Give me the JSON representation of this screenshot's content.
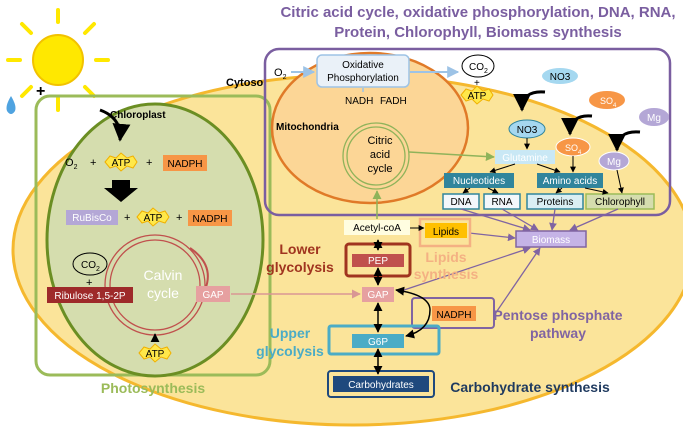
{
  "title": {
    "line1": "Citric acid cycle, oxidative phosphorylation, DNA, RNA,",
    "line2": "Protein, Chlorophyll, Biomass synthesis"
  },
  "cell": {
    "cytosol": "Cytosol"
  },
  "chloroplast": {
    "label": "Chloroplast",
    "o2": "O",
    "o2_sub": "2",
    "plus": "+",
    "atp": "ATP",
    "nadph": "NADPH",
    "rubisco": "RuBisCo",
    "co2": "CO",
    "co2_sub": "2",
    "ribulose": "Ribulose 1,5-2P",
    "calvin_line1": "Calvin",
    "calvin_line2": "cycle",
    "gap": "GAP",
    "atp_bottom": "ATP",
    "photosynthesis": "Photosynthesis"
  },
  "mitochondria": {
    "o2": "O",
    "o2_sub": "2",
    "oxphos_line1": "Oxidative",
    "oxphos_line2": "Phosphorylation",
    "co2": "CO",
    "co2_sub": "2",
    "plus": "+",
    "atp": "ATP",
    "nadh": "NADH",
    "fadh": "FADH",
    "label": "Mitochondria",
    "citric_line1": "Citric",
    "citric_line2": "acid",
    "citric_line3": "cycle"
  },
  "nutrients": {
    "no3_out": "NO3",
    "no3_in": "NO3",
    "so4_out": "SO",
    "so4_out_sub": "4",
    "so4_in": "SO",
    "so4_in_sub": "4",
    "mg_out": "Mg",
    "mg_in": "Mg",
    "glutamine": "Glutamine",
    "nucleotides": "Nucleotides",
    "amino_acids": "Amino acids",
    "dna": "DNA",
    "rna": "RNA",
    "proteins": "Proteins",
    "chlorophyll": "Chlorophyll"
  },
  "pathway": {
    "acetyl_coa": "Acetyl-coA",
    "lipids": "Lipids",
    "biomass": "Biomass",
    "lipids_synthesis_line1": "Lipids",
    "lipids_synthesis_line2": "synthesis",
    "lower_line1": "Lower",
    "lower_line2": "glycolysis",
    "pep": "PEP",
    "gap": "GAP",
    "nadph": "NADPH",
    "pentose_line1": "Pentose phosphate",
    "pentose_line2": "pathway",
    "upper_line1": "Upper",
    "upper_line2": "glycolysis",
    "g6p": "G6P",
    "carbohydrates": "Carbohydrates",
    "carb_synthesis": "Carbohydrate synthesis"
  },
  "plus_sign": "+",
  "colors": {
    "title": "#7a5ea0",
    "cell_fill": "#fbe49a",
    "cell_stroke": "#f5b82e",
    "chloro_box": "#9bbb59",
    "chloro_fill": "#d5ddae",
    "mito_box": "#7a5ea0",
    "mito_fill": "#fcd696",
    "mito_stroke": "#e07a28",
    "atp_fill": "#ffe84a",
    "nadph_fill": "#f79646",
    "rubisco_fill": "#b4a7d6",
    "ribulose_fill": "#9e2a2a",
    "gap_fill": "#e6a0a0",
    "pep_fill": "#c0504d",
    "glyco_lower": "#a0341f",
    "upper_box": "#4bacc6",
    "g6p_fill": "#4bacc6",
    "carb_fill": "#1f497d",
    "lipids_fill": "#ffc000",
    "biomass_fill": "#c5b3e6",
    "nucleotide_fill": "#31859c",
    "so4_fill": "#f79646",
    "no3_fill": "#a5d8f0",
    "mg_fill": "#b4a7d6",
    "sun": "#ffe800",
    "drop": "#4fa3e0"
  }
}
